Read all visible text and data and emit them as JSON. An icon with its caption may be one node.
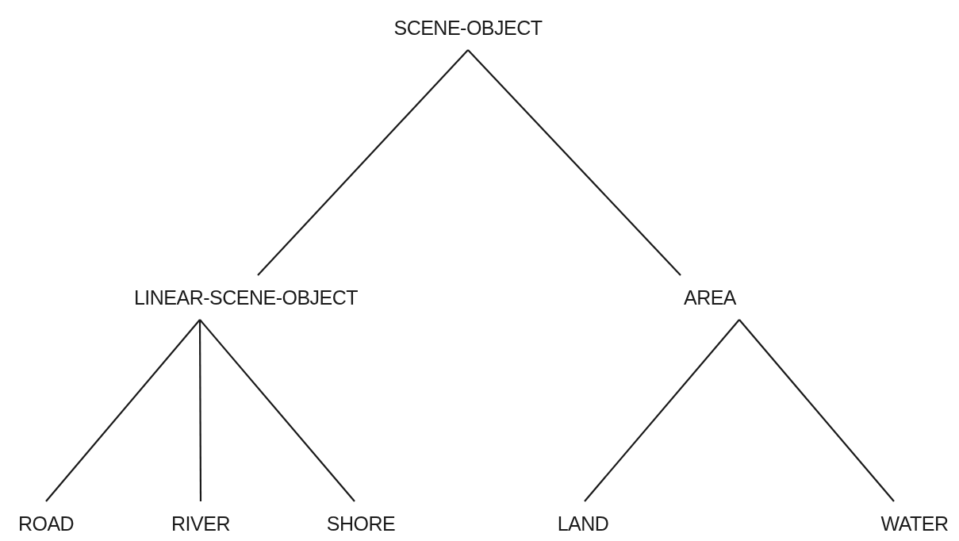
{
  "diagram": {
    "nodes": [
      {
        "text": [
          "SCENE-OBJECT"
        ]
      },
      {
        "text": [
          "LINEAR-SCENE-OBJECT"
        ]
      },
      {
        "text": [
          "AREA"
        ]
      },
      {
        "text": [
          "ROAD"
        ]
      },
      {
        "text": [
          "RIVER"
        ]
      },
      {
        "text": [
          "SHORE"
        ]
      },
      {
        "text": [
          "LAND"
        ]
      },
      {
        "text": [
          "WATER"
        ]
      }
    ],
    "edges": [
      {
        "from": 0,
        "to": 1,
        "arrow": "none"
      },
      {
        "from": 0,
        "to": 2,
        "arrow": "none"
      },
      {
        "from": 1,
        "to": 3,
        "arrow": "none"
      },
      {
        "from": 1,
        "to": 4,
        "arrow": "none"
      },
      {
        "from": 1,
        "to": 5,
        "arrow": "none"
      },
      {
        "from": 2,
        "to": 6,
        "arrow": "none"
      },
      {
        "from": 2,
        "to": 7,
        "arrow": "none"
      }
    ]
  }
}
